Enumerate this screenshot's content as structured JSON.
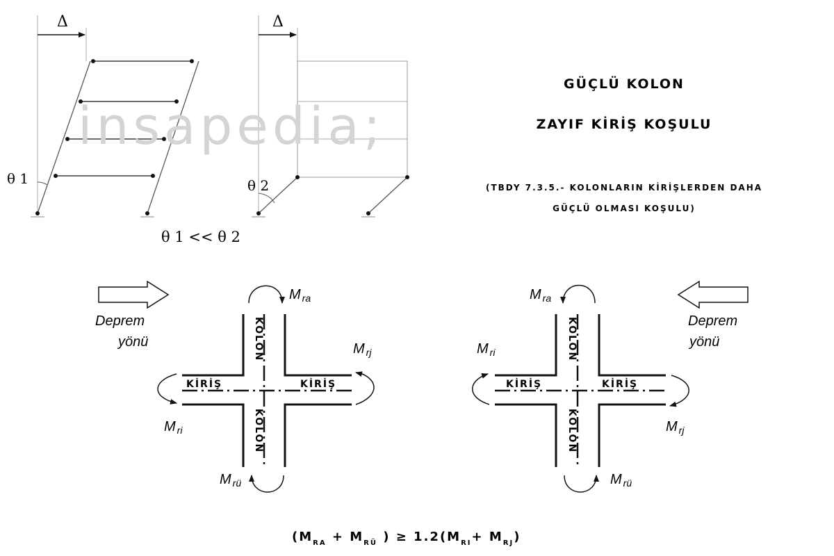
{
  "title": {
    "line1": "GÜÇLÜ KOLON",
    "line2": "ZAYIF KİRİŞ KOŞULU"
  },
  "reference": {
    "line1": "(TBDY 7.3.5.- KOLONLARIN KİRİŞLERDEN DAHA",
    "line2": "GÜÇLÜ OLMASI KOŞULU)"
  },
  "frames": {
    "delta": "Δ",
    "theta1": "θ 1",
    "theta2": "θ 2",
    "comparison": "θ 1 << θ 2"
  },
  "watermark": "insapedia;",
  "direction": {
    "word1": "Deprem",
    "word2": "yönü"
  },
  "joint": {
    "column": "KOLON",
    "beam": "KİRİŞ",
    "moment_symbol": "M",
    "sub_ra": "ra",
    "sub_ru": "rü",
    "sub_ri": "ri",
    "sub_rj": "rj"
  },
  "formula": {
    "open": "(M",
    "ra": "RA",
    "plus1": " + M",
    "ru": "RÜ",
    "mid": " ) ≥ 1.2(M",
    "ri": "RI",
    "plus2": "+ M",
    "rj": "RJ",
    "close": ")"
  }
}
